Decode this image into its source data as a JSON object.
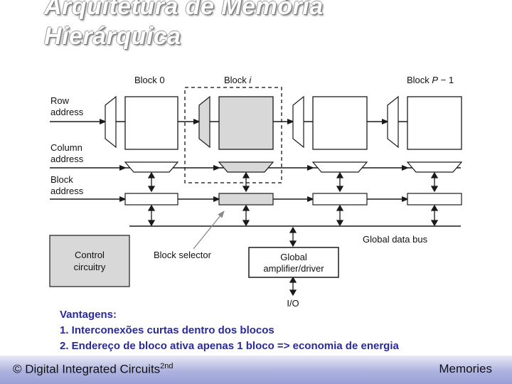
{
  "slide": {
    "title_line1": "Arquitetura de Memória",
    "title_line2": "Hierárquica"
  },
  "diagram": {
    "block_labels": [
      "Block 0",
      "Block",
      "i",
      "Block",
      "P",
      "− 1"
    ],
    "signals": {
      "row": [
        "Row",
        "address"
      ],
      "column": [
        "Column",
        "address"
      ],
      "block": [
        "Block",
        "address"
      ]
    },
    "global_data_bus": "Global data bus",
    "control": [
      "Control",
      "circuitry"
    ],
    "block_selector": "Block selector",
    "global_amp": [
      "Global",
      "amplifier/driver"
    ],
    "io": "I/O",
    "colors": {
      "line": "#1a1a1a",
      "highlight_fill": "#d8d8d8",
      "control_fill": "#d8d8d8",
      "dashed": "#333333"
    }
  },
  "notes": {
    "heading": "Vantagens:",
    "item1": "1. Interconexões curtas dentro dos blocos",
    "item2": "2. Endereço de bloco ativa apenas 1 bloco => economia de energia"
  },
  "footer": {
    "left": "© Digital Integrated Circuits",
    "left_sup": "2nd",
    "right": "Memories"
  }
}
